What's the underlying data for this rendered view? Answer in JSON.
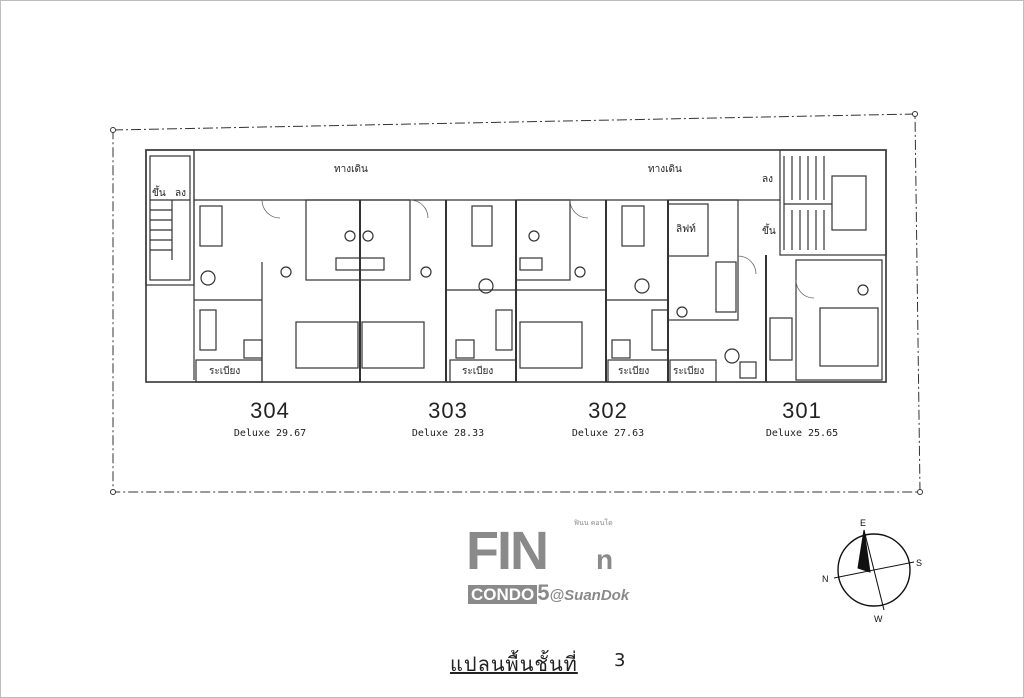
{
  "units": [
    {
      "number": "304",
      "type": "Deluxe 29.67"
    },
    {
      "number": "303",
      "type": "Deluxe 28.33"
    },
    {
      "number": "302",
      "type": "Deluxe 27.63"
    },
    {
      "number": "301",
      "type": "Deluxe 25.65"
    }
  ],
  "labels": {
    "walkway_left": "ทางเดิน",
    "walkway_right": "ทางเดิน",
    "stair_left_up": "ขึ้น",
    "stair_left_down": "ลง",
    "stair_right_down": "ลง",
    "stair_right_up": "ขึ้น",
    "lift": "ลิฟท์",
    "balcony_1": "ระเบียง",
    "balcony_2": "ระเบียง",
    "balcony_3": "ระเบียง",
    "balcony_4": "ระเบียง"
  },
  "logo": {
    "main": "FIN",
    "small": "n",
    "condo": "CONDO",
    "num": "5",
    "at": "@SuanDok",
    "tagline": "ฟินน คอนโด"
  },
  "compass": {
    "e": "E",
    "s": "S",
    "n": "N",
    "w": "W"
  },
  "footer": {
    "title": "แปลนพื้นชั้นที่",
    "floor": "3"
  },
  "colors": {
    "line": "#333333",
    "logo": "#8a8a8a"
  }
}
